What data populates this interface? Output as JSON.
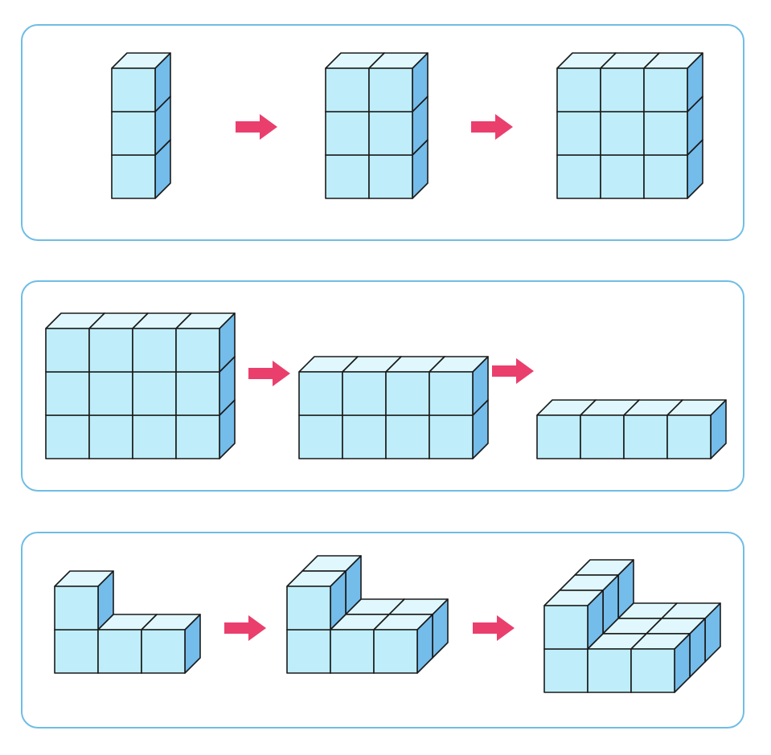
{
  "colors": {
    "panel_border": "#6fbde6",
    "cube_front": "#bfeefa",
    "cube_top": "#e0f8fd",
    "cube_side": "#74bcea",
    "edge": "#1a1a1a",
    "arrow": "#ea3f6d"
  },
  "panels": [
    {
      "id": "panel-1",
      "steps": [
        {
          "id": "column-1x3",
          "cubes": [
            [
              0,
              0,
              0
            ],
            [
              0,
              1,
              0
            ],
            [
              0,
              2,
              0
            ]
          ]
        },
        {
          "id": "block-2x3",
          "cubes": [
            [
              0,
              0,
              0
            ],
            [
              1,
              0,
              0
            ],
            [
              0,
              1,
              0
            ],
            [
              1,
              1,
              0
            ],
            [
              0,
              2,
              0
            ],
            [
              1,
              2,
              0
            ]
          ]
        },
        {
          "id": "block-3x3",
          "cubes": [
            [
              0,
              0,
              0
            ],
            [
              1,
              0,
              0
            ],
            [
              2,
              0,
              0
            ],
            [
              0,
              1,
              0
            ],
            [
              1,
              1,
              0
            ],
            [
              2,
              1,
              0
            ],
            [
              0,
              2,
              0
            ],
            [
              1,
              2,
              0
            ],
            [
              2,
              2,
              0
            ]
          ]
        }
      ]
    },
    {
      "id": "panel-2",
      "steps": [
        {
          "id": "block-4x3",
          "cubes": [
            [
              0,
              0,
              0
            ],
            [
              1,
              0,
              0
            ],
            [
              2,
              0,
              0
            ],
            [
              3,
              0,
              0
            ],
            [
              0,
              1,
              0
            ],
            [
              1,
              1,
              0
            ],
            [
              2,
              1,
              0
            ],
            [
              3,
              1,
              0
            ],
            [
              0,
              2,
              0
            ],
            [
              1,
              2,
              0
            ],
            [
              2,
              2,
              0
            ],
            [
              3,
              2,
              0
            ]
          ]
        },
        {
          "id": "block-4x2",
          "cubes": [
            [
              0,
              0,
              0
            ],
            [
              1,
              0,
              0
            ],
            [
              2,
              0,
              0
            ],
            [
              3,
              0,
              0
            ],
            [
              0,
              1,
              0
            ],
            [
              1,
              1,
              0
            ],
            [
              2,
              1,
              0
            ],
            [
              3,
              1,
              0
            ]
          ]
        },
        {
          "id": "row-4x1",
          "cubes": [
            [
              0,
              0,
              0
            ],
            [
              1,
              0,
              0
            ],
            [
              2,
              0,
              0
            ],
            [
              3,
              0,
              0
            ]
          ]
        }
      ]
    },
    {
      "id": "panel-3",
      "steps": [
        {
          "id": "l-shape-depth-1",
          "cubes": [
            [
              0,
              0,
              0
            ],
            [
              1,
              0,
              0
            ],
            [
              2,
              0,
              0
            ],
            [
              0,
              1,
              0
            ]
          ]
        },
        {
          "id": "l-shape-depth-2",
          "cubes": [
            [
              0,
              0,
              1
            ],
            [
              1,
              0,
              1
            ],
            [
              2,
              0,
              1
            ],
            [
              0,
              1,
              1
            ],
            [
              0,
              0,
              0
            ],
            [
              1,
              0,
              0
            ],
            [
              2,
              0,
              0
            ],
            [
              0,
              1,
              0
            ]
          ]
        },
        {
          "id": "l-shape-depth-3",
          "cubes": [
            [
              0,
              0,
              2
            ],
            [
              1,
              0,
              2
            ],
            [
              2,
              0,
              2
            ],
            [
              0,
              1,
              2
            ],
            [
              0,
              0,
              1
            ],
            [
              1,
              0,
              1
            ],
            [
              2,
              0,
              1
            ],
            [
              0,
              1,
              1
            ],
            [
              0,
              0,
              0
            ],
            [
              1,
              0,
              0
            ],
            [
              2,
              0,
              0
            ],
            [
              0,
              1,
              0
            ]
          ]
        }
      ]
    }
  ]
}
